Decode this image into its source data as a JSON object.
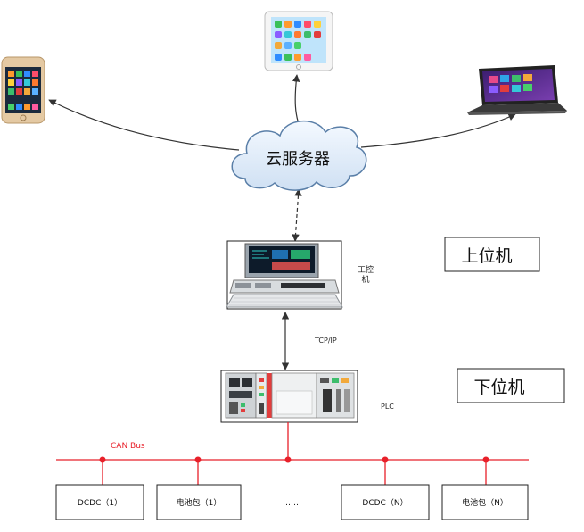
{
  "cloud": {
    "label": "云服务器"
  },
  "upper_layer": {
    "label": "上位机"
  },
  "lower_layer": {
    "label": "下位机"
  },
  "ipc": {
    "label_line1": "工控",
    "label_line2": "机"
  },
  "link": {
    "protocol": "TCP/IP"
  },
  "plc": {
    "label": "PLC"
  },
  "bus": {
    "label": "CAN Bus"
  },
  "nodes": [
    {
      "label": "DCDC（1）"
    },
    {
      "label": "电池包（1）"
    },
    {
      "label": "DCDC（N）"
    },
    {
      "label": "电池包（N）"
    }
  ],
  "ellipsis": "……",
  "colors": {
    "bus": "#e8202a",
    "line": "#333333",
    "box": "#222222"
  },
  "icons": [
    "smartphone-icon",
    "tablet-icon",
    "laptop-icon",
    "cloud-icon",
    "industrial-pc-icon",
    "plc-icon"
  ]
}
